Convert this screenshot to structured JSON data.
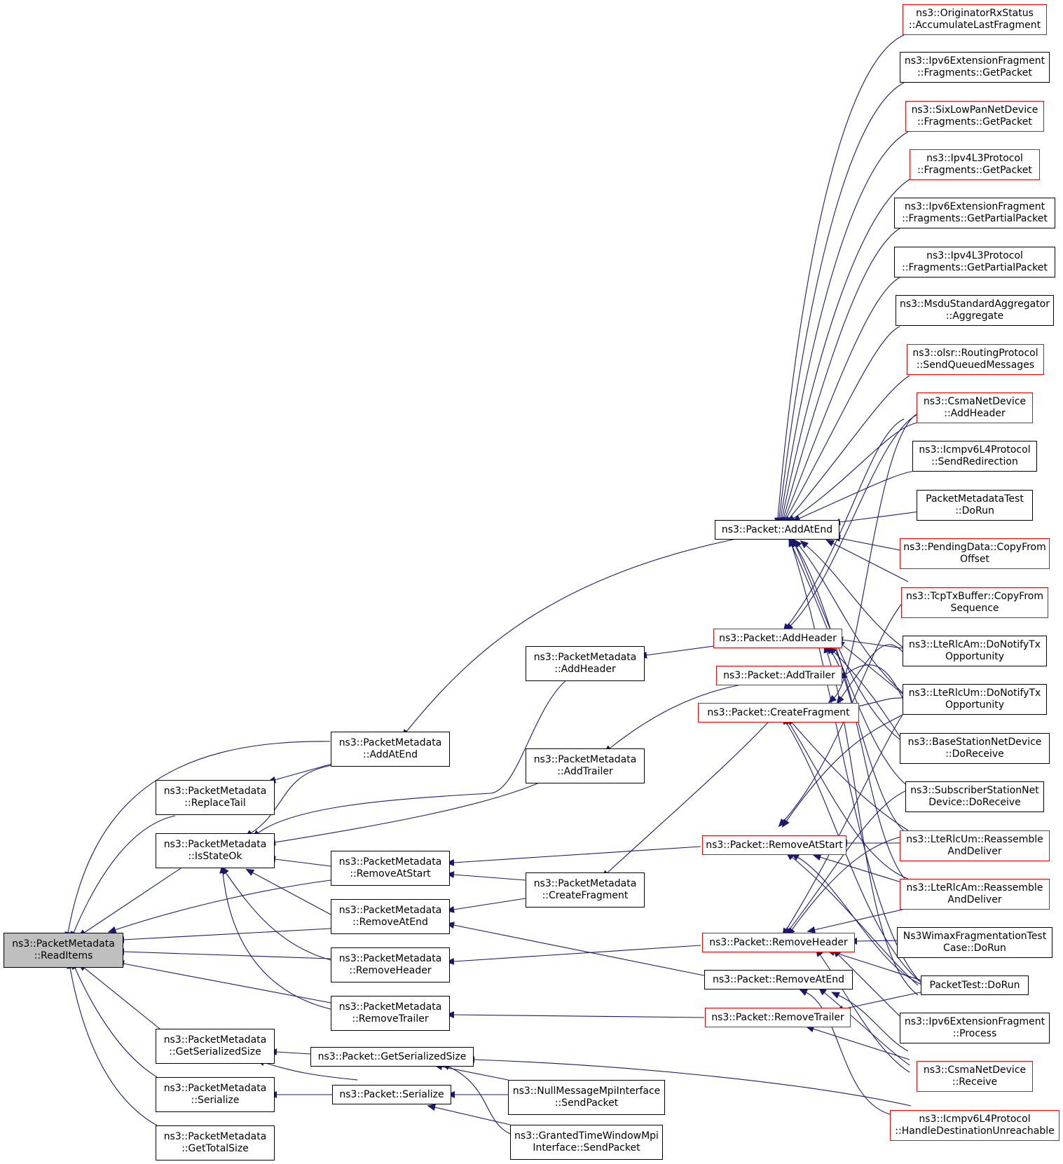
{
  "graph": {
    "root": {
      "l1": "ns3::PacketMetadata",
      "l2": "::ReadItems"
    },
    "nodes": {
      "pm_replaceTail": {
        "l1": "ns3::PacketMetadata",
        "l2": "::ReplaceTail"
      },
      "pm_isStateOk": {
        "l1": "ns3::PacketMetadata",
        "l2": "::IsStateOk"
      },
      "pm_getSerializedSize": {
        "l1": "ns3::PacketMetadata",
        "l2": "::GetSerializedSize"
      },
      "pm_serialize": {
        "l1": "ns3::PacketMetadata",
        "l2": "::Serialize"
      },
      "pm_getTotalSize": {
        "l1": "ns3::PacketMetadata",
        "l2": "::GetTotalSize"
      },
      "pm_addAtEnd": {
        "l1": "ns3::PacketMetadata",
        "l2": "::AddAtEnd"
      },
      "pm_removeAtStart": {
        "l1": "ns3::PacketMetadata",
        "l2": "::RemoveAtStart"
      },
      "pm_removeAtEnd": {
        "l1": "ns3::PacketMetadata",
        "l2": "::RemoveAtEnd"
      },
      "pm_removeHeader": {
        "l1": "ns3::PacketMetadata",
        "l2": "::RemoveHeader"
      },
      "pm_removeTrailer": {
        "l1": "ns3::PacketMetadata",
        "l2": "::RemoveTrailer"
      },
      "p_getSerializedSize": {
        "l1": "ns3::Packet::GetSerializedSize"
      },
      "p_serialize": {
        "l1": "ns3::Packet::Serialize"
      },
      "pm_addHeader": {
        "l1": "ns3::PacketMetadata",
        "l2": "::AddHeader"
      },
      "pm_addTrailer": {
        "l1": "ns3::PacketMetadata",
        "l2": "::AddTrailer"
      },
      "pm_createFragment": {
        "l1": "ns3::PacketMetadata",
        "l2": "::CreateFragment"
      },
      "nm_sendPacket": {
        "l1": "ns3::NullMessageMpiInterface",
        "l2": "::SendPacket"
      },
      "gt_sendPacket": {
        "l1": "ns3::GrantedTimeWindowMpi",
        "l2": "Interface::SendPacket"
      },
      "p_addAtEnd": {
        "l1": "ns3::Packet::AddAtEnd"
      },
      "p_addHeader": {
        "l1": "ns3::Packet::AddHeader"
      },
      "p_addTrailer": {
        "l1": "ns3::Packet::AddTrailer"
      },
      "p_createFragment": {
        "l1": "ns3::Packet::CreateFragment"
      },
      "p_removeAtStart": {
        "l1": "ns3::Packet::RemoveAtStart"
      },
      "p_removeHeader": {
        "l1": "ns3::Packet::RemoveHeader"
      },
      "p_removeAtEnd": {
        "l1": "ns3::Packet::RemoveAtEnd"
      },
      "p_removeTrailer": {
        "l1": "ns3::Packet::RemoveTrailer"
      },
      "r_originator": {
        "l1": "ns3::OriginatorRxStatus",
        "l2": "::AccumulateLastFragment"
      },
      "r_ipv6FragGetPacket": {
        "l1": "ns3::Ipv6ExtensionFragment",
        "l2": "::Fragments::GetPacket"
      },
      "r_sixLowPan": {
        "l1": "ns3::SixLowPanNetDevice",
        "l2": "::Fragments::GetPacket"
      },
      "r_ipv4GetPacket": {
        "l1": "ns3::Ipv4L3Protocol",
        "l2": "::Fragments::GetPacket"
      },
      "r_ipv6FragPartial": {
        "l1": "ns3::Ipv6ExtensionFragment",
        "l2": "::Fragments::GetPartialPacket"
      },
      "r_ipv4Partial": {
        "l1": "ns3::Ipv4L3Protocol",
        "l2": "::Fragments::GetPartialPacket"
      },
      "r_msdu": {
        "l1": "ns3::MsduStandardAggregator",
        "l2": "::Aggregate"
      },
      "r_olsr": {
        "l1": "ns3::olsr::RoutingProtocol",
        "l2": "::SendQueuedMessages"
      },
      "r_csmaAddHeader": {
        "l1": "ns3::CsmaNetDevice",
        "l2": "::AddHeader"
      },
      "r_icmpRedirect": {
        "l1": "ns3::Icmpv6L4Protocol",
        "l2": "::SendRedirection"
      },
      "r_pmTest": {
        "l1": "PacketMetadataTest",
        "l2": "::DoRun"
      },
      "r_pendingData": {
        "l1": "ns3::PendingData::CopyFrom",
        "l2": "Offset"
      },
      "r_tcpTx": {
        "l1": "ns3::TcpTxBuffer::CopyFrom",
        "l2": "Sequence"
      },
      "r_lteAmNotify": {
        "l1": "ns3::LteRlcAm::DoNotifyTx",
        "l2": "Opportunity"
      },
      "r_lteUmNotify": {
        "l1": "ns3::LteRlcUm::DoNotifyTx",
        "l2": "Opportunity"
      },
      "r_bsReceive": {
        "l1": "ns3::BaseStationNetDevice",
        "l2": "::DoReceive"
      },
      "r_ssReceive": {
        "l1": "ns3::SubscriberStationNet",
        "l2": "Device::DoReceive"
      },
      "r_lteUmReassemble": {
        "l1": "ns3::LteRlcUm::Reassemble",
        "l2": "AndDeliver"
      },
      "r_lteAmReassemble": {
        "l1": "ns3::LteRlcAm::Reassemble",
        "l2": "AndDeliver"
      },
      "r_wimaxTest": {
        "l1": "Ns3WimaxFragmentationTest",
        "l2": "Case::DoRun"
      },
      "r_packetTest": {
        "l1": "PacketTest::DoRun"
      },
      "r_ipv6Process": {
        "l1": "ns3::Ipv6ExtensionFragment",
        "l2": "::Process"
      },
      "r_csmaReceive": {
        "l1": "ns3::CsmaNetDevice",
        "l2": "::Receive"
      },
      "r_icmpDest": {
        "l1": "ns3::Icmpv6L4Protocol",
        "l2": "::HandleDestinationUnreachable"
      }
    }
  },
  "colors": {
    "edge": "#191970",
    "node_border": "#000000",
    "node_border_incomplete": "#ff0000",
    "root_fill": "#bfbfbf"
  }
}
